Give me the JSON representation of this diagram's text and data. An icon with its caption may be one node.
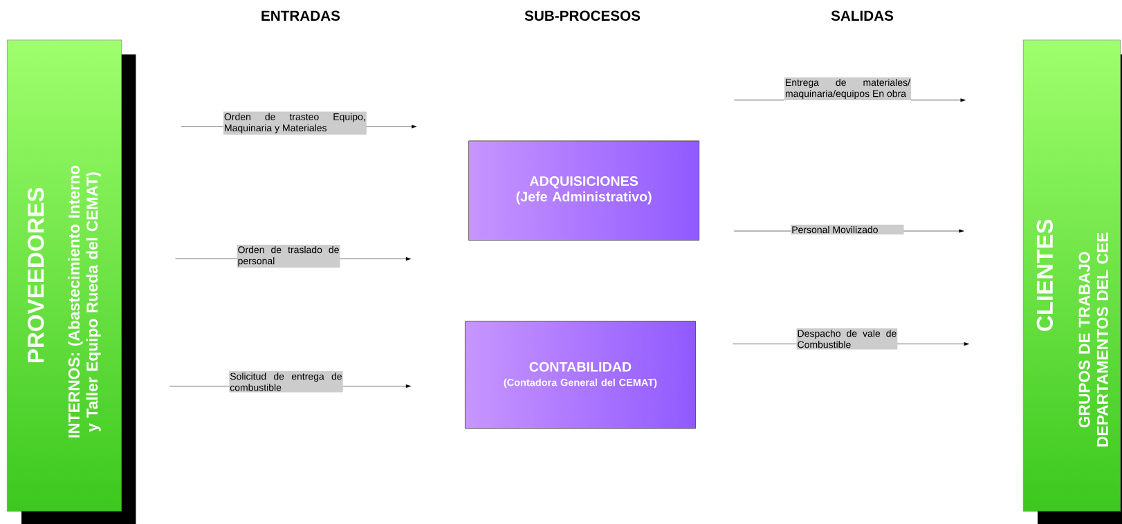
{
  "diagram": {
    "nodes": [
      {
        "text": [
          "PROVEEDORES",
          "INTERNOS: (Abastecimiento Interno y Taller Equipo Rueda del CEMAT)"
        ]
      },
      {
        "text": [
          "ADQUISICIONES (Jefe Administrativo)"
        ]
      },
      {
        "text": [
          "CONTABILIDAD",
          "(Contadora General del CEMAT)"
        ]
      },
      {
        "text": [
          "CLIENTES",
          "GRUPOS DE TRABAJO DEPARTAMENTOS DEL CEE"
        ]
      },
      {
        "text": [
          "Orden de trasteo Equipo, Maquinaria y Materiales"
        ]
      },
      {
        "text": [
          "Orden de traslado de personal"
        ]
      },
      {
        "text": [
          "Solicitud de entrega de combustible"
        ]
      },
      {
        "text": [
          "Entrega de materiales/ maquinaria/equipos En obra"
        ]
      },
      {
        "text": [
          "Personal Movilizado"
        ]
      },
      {
        "text": [
          "Despacho de vale de Combustible"
        ]
      }
    ],
    "edges": [
      {
        "from": null,
        "to": 4,
        "arrow": "none"
      },
      {
        "from": 4,
        "to": null,
        "arrow": "to"
      },
      {
        "from": null,
        "to": 5,
        "arrow": "none"
      },
      {
        "from": 5,
        "to": null,
        "arrow": "to"
      },
      {
        "from": null,
        "to": 6,
        "arrow": "none"
      },
      {
        "from": 6,
        "to": null,
        "arrow": "to"
      },
      {
        "from": null,
        "to": 7,
        "arrow": "none"
      },
      {
        "from": 7,
        "to": null,
        "arrow": "to"
      },
      {
        "from": null,
        "to": 8,
        "arrow": "none"
      },
      {
        "from": 8,
        "to": null,
        "arrow": "to"
      },
      {
        "from": null,
        "to": 9,
        "arrow": "none"
      },
      {
        "from": 9,
        "to": null,
        "arrow": "to"
      }
    ],
    "labels": [
      "ENTRADAS",
      "SUB-PROCESOS",
      "SALIDAS"
    ]
  }
}
